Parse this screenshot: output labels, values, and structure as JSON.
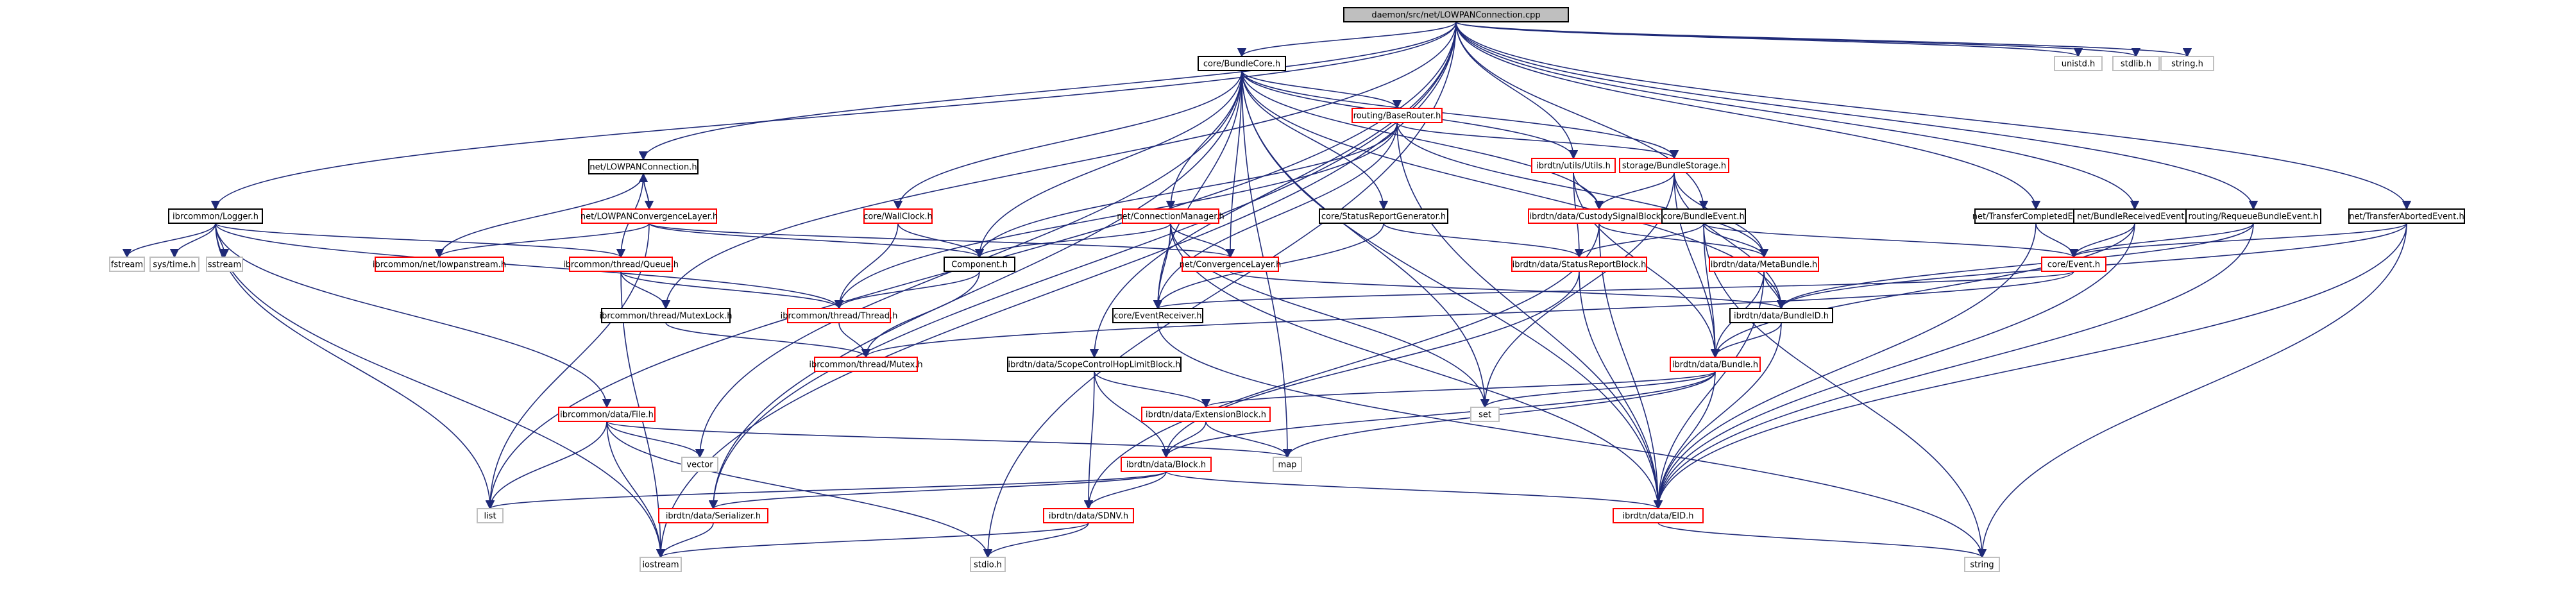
{
  "colors": {
    "root_fill": "#bfbfbf",
    "root_stroke": "#000000",
    "doc_stroke": "#000000",
    "ref_stroke": "#ff0000",
    "ext_stroke": "#bfbfbf",
    "edge": "#1f2a78"
  },
  "nodes": [
    {
      "id": "root",
      "label": "daemon/src/net/LOWPANConnection.cpp",
      "kind": "root"
    },
    {
      "id": "bundlecore",
      "label": "core/BundleCore.h",
      "kind": "doc"
    },
    {
      "id": "unistd",
      "label": "unistd.h",
      "kind": "ext"
    },
    {
      "id": "stdlib",
      "label": "stdlib.h",
      "kind": "ext"
    },
    {
      "id": "stringh",
      "label": "string.h",
      "kind": "ext"
    },
    {
      "id": "lowpanconn",
      "label": "net/LOWPANConnection.h",
      "kind": "doc"
    },
    {
      "id": "logger",
      "label": "ibrcommon/Logger.h",
      "kind": "doc"
    },
    {
      "id": "lowpanconvlayer",
      "label": "net/LOWPANConvergenceLayer.h",
      "kind": "ref"
    },
    {
      "id": "baserouter",
      "label": "routing/BaseRouter.h",
      "kind": "ref"
    },
    {
      "id": "utils",
      "label": "ibrdtn/utils/Utils.h",
      "kind": "ref"
    },
    {
      "id": "bundlestorage",
      "label": "storage/BundleStorage.h",
      "kind": "ref"
    },
    {
      "id": "wallclock",
      "label": "core/WallClock.h",
      "kind": "ref"
    },
    {
      "id": "connmanager",
      "label": "net/ConnectionManager.h",
      "kind": "ref"
    },
    {
      "id": "statusreportgen",
      "label": "core/StatusReportGenerator.h",
      "kind": "doc"
    },
    {
      "id": "custodysignal",
      "label": "ibrdtn/data/CustodySignalBlock.h",
      "kind": "ref"
    },
    {
      "id": "bundleevent",
      "label": "core/BundleEvent.h",
      "kind": "doc"
    },
    {
      "id": "transfercompleted",
      "label": "net/TransferCompletedEvent.h",
      "kind": "doc"
    },
    {
      "id": "bundlereceived",
      "label": "net/BundleReceivedEvent.h",
      "kind": "doc"
    },
    {
      "id": "requeue",
      "label": "routing/RequeueBundleEvent.h",
      "kind": "doc"
    },
    {
      "id": "transferaborted",
      "label": "net/TransferAbortedEvent.h",
      "kind": "doc"
    },
    {
      "id": "fstream",
      "label": "fstream",
      "kind": "ext"
    },
    {
      "id": "systime",
      "label": "sys/time.h",
      "kind": "ext"
    },
    {
      "id": "sstream",
      "label": "sstream",
      "kind": "ext"
    },
    {
      "id": "lowpanstream",
      "label": "ibrcommon/net/lowpanstream.h",
      "kind": "ref"
    },
    {
      "id": "queue",
      "label": "ibrcommon/thread/Queue.h",
      "kind": "ref"
    },
    {
      "id": "component",
      "label": "Component.h",
      "kind": "doc"
    },
    {
      "id": "convlayer",
      "label": "net/ConvergenceLayer.h",
      "kind": "ref"
    },
    {
      "id": "statusreportblock",
      "label": "ibrdtn/data/StatusReportBlock.h",
      "kind": "ref"
    },
    {
      "id": "metabundle",
      "label": "ibrdtn/data/MetaBundle.h",
      "kind": "ref"
    },
    {
      "id": "event",
      "label": "core/Event.h",
      "kind": "ref"
    },
    {
      "id": "mutexlock",
      "label": "ibrcommon/thread/MutexLock.h",
      "kind": "doc"
    },
    {
      "id": "thread",
      "label": "ibrcommon/thread/Thread.h",
      "kind": "ref"
    },
    {
      "id": "eventreceiver",
      "label": "core/EventReceiver.h",
      "kind": "doc"
    },
    {
      "id": "bundleid",
      "label": "ibrdtn/data/BundleID.h",
      "kind": "doc"
    },
    {
      "id": "mutex",
      "label": "ibrcommon/thread/Mutex.h",
      "kind": "ref"
    },
    {
      "id": "scopecontrol",
      "label": "ibrdtn/data/ScopeControlHopLimitBlock.h",
      "kind": "doc"
    },
    {
      "id": "bundle",
      "label": "ibrdtn/data/Bundle.h",
      "kind": "ref"
    },
    {
      "id": "file",
      "label": "ibrcommon/data/File.h",
      "kind": "ref"
    },
    {
      "id": "extensionblock",
      "label": "ibrdtn/data/ExtensionBlock.h",
      "kind": "ref"
    },
    {
      "id": "set",
      "label": "set",
      "kind": "ext"
    },
    {
      "id": "vector",
      "label": "vector",
      "kind": "ext"
    },
    {
      "id": "map",
      "label": "map",
      "kind": "ext"
    },
    {
      "id": "block",
      "label": "ibrdtn/data/Block.h",
      "kind": "ref"
    },
    {
      "id": "list",
      "label": "list",
      "kind": "ext"
    },
    {
      "id": "serializer",
      "label": "ibrdtn/data/Serializer.h",
      "kind": "ref"
    },
    {
      "id": "sdnv",
      "label": "ibrdtn/data/SDNV.h",
      "kind": "ref"
    },
    {
      "id": "eid",
      "label": "ibrdtn/data/EID.h",
      "kind": "ref"
    },
    {
      "id": "iostream",
      "label": "iostream",
      "kind": "ext"
    },
    {
      "id": "stdio",
      "label": "stdio.h",
      "kind": "ext"
    },
    {
      "id": "string",
      "label": "string",
      "kind": "ext"
    }
  ],
  "edges": [
    [
      "root",
      "bundlecore"
    ],
    [
      "root",
      "unistd"
    ],
    [
      "root",
      "stdlib"
    ],
    [
      "root",
      "stringh"
    ],
    [
      "root",
      "lowpanconn"
    ],
    [
      "root",
      "logger"
    ],
    [
      "root",
      "utils"
    ],
    [
      "root",
      "bundleevent"
    ],
    [
      "root",
      "transfercompleted"
    ],
    [
      "root",
      "bundlereceived"
    ],
    [
      "root",
      "requeue"
    ],
    [
      "root",
      "transferaborted"
    ],
    [
      "root",
      "mutexlock"
    ],
    [
      "root",
      "scopecontrol"
    ],
    [
      "root",
      "serializer"
    ],
    [
      "root",
      "iostream"
    ],
    [
      "root",
      "list"
    ],
    [
      "root",
      "stdio"
    ],
    [
      "bundlecore",
      "baserouter"
    ],
    [
      "bundlecore",
      "utils"
    ],
    [
      "bundlecore",
      "bundlestorage"
    ],
    [
      "bundlecore",
      "wallclock"
    ],
    [
      "bundlecore",
      "connmanager"
    ],
    [
      "bundlecore",
      "statusreportgen"
    ],
    [
      "bundlecore",
      "custodysignal"
    ],
    [
      "bundlecore",
      "component"
    ],
    [
      "bundlecore",
      "convlayer"
    ],
    [
      "bundlecore",
      "eventreceiver"
    ],
    [
      "bundlecore",
      "bundleid"
    ],
    [
      "bundlecore",
      "set"
    ],
    [
      "bundlecore",
      "vector"
    ],
    [
      "bundlecore",
      "map"
    ],
    [
      "bundlecore",
      "serializer"
    ],
    [
      "bundlecore",
      "eid"
    ],
    [
      "lowpanconn",
      "lowpanconvlayer"
    ],
    [
      "lowpanconn",
      "lowpanstream"
    ],
    [
      "lowpanconn",
      "queue"
    ],
    [
      "lowpanconvlayer",
      "lowpanconn"
    ],
    [
      "lowpanconvlayer",
      "lowpanstream"
    ],
    [
      "lowpanconvlayer",
      "component"
    ],
    [
      "lowpanconvlayer",
      "convlayer"
    ],
    [
      "lowpanconvlayer",
      "list"
    ],
    [
      "logger",
      "fstream"
    ],
    [
      "logger",
      "systime"
    ],
    [
      "logger",
      "sstream"
    ],
    [
      "logger",
      "queue"
    ],
    [
      "logger",
      "thread"
    ],
    [
      "logger",
      "file"
    ],
    [
      "logger",
      "list"
    ],
    [
      "logger",
      "iostream"
    ],
    [
      "baserouter",
      "component"
    ],
    [
      "baserouter",
      "bundlestorage"
    ],
    [
      "baserouter",
      "eventreceiver"
    ],
    [
      "baserouter",
      "thread"
    ],
    [
      "baserouter",
      "metabundle"
    ],
    [
      "baserouter",
      "eid"
    ],
    [
      "utils",
      "custodysignal"
    ],
    [
      "utils",
      "bundle"
    ],
    [
      "utils",
      "statusreportblock"
    ],
    [
      "bundlestorage",
      "custodysignal"
    ],
    [
      "bundlestorage",
      "metabundle"
    ],
    [
      "bundlestorage",
      "bundleid"
    ],
    [
      "bundlestorage",
      "bundle"
    ],
    [
      "bundlestorage",
      "set"
    ],
    [
      "wallclock",
      "component"
    ],
    [
      "wallclock",
      "thread"
    ],
    [
      "connmanager",
      "component"
    ],
    [
      "connmanager",
      "convlayer"
    ],
    [
      "connmanager",
      "eventreceiver"
    ],
    [
      "connmanager",
      "set"
    ],
    [
      "connmanager",
      "eid"
    ],
    [
      "statusreportgen",
      "statusreportblock"
    ],
    [
      "statusreportgen",
      "eventreceiver"
    ],
    [
      "custodysignal",
      "metabundle"
    ],
    [
      "custodysignal",
      "sdnv"
    ],
    [
      "custodysignal",
      "eid"
    ],
    [
      "bundleevent",
      "event"
    ],
    [
      "bundleevent",
      "metabundle"
    ],
    [
      "bundleevent",
      "statusreportblock"
    ],
    [
      "bundleevent",
      "bundle"
    ],
    [
      "bundleevent",
      "string"
    ],
    [
      "transfercompleted",
      "event"
    ],
    [
      "transfercompleted",
      "eid"
    ],
    [
      "bundlereceived",
      "event"
    ],
    [
      "bundlereceived",
      "bundle"
    ],
    [
      "bundlereceived",
      "eid"
    ],
    [
      "requeue",
      "event"
    ],
    [
      "requeue",
      "bundleid"
    ],
    [
      "requeue",
      "eid"
    ],
    [
      "transferaborted",
      "event"
    ],
    [
      "transferaborted",
      "bundleid"
    ],
    [
      "transferaborted",
      "eid"
    ],
    [
      "transferaborted",
      "string"
    ],
    [
      "queue",
      "mutexlock"
    ],
    [
      "queue",
      "thread"
    ],
    [
      "queue",
      "iostream"
    ],
    [
      "component",
      "thread"
    ],
    [
      "component",
      "mutex"
    ],
    [
      "convlayer",
      "bundleid"
    ],
    [
      "statusreportblock",
      "block"
    ],
    [
      "statusreportblock",
      "eid"
    ],
    [
      "metabundle",
      "bundleid"
    ],
    [
      "metabundle",
      "bundle"
    ],
    [
      "metabundle",
      "eid"
    ],
    [
      "event",
      "eventreceiver"
    ],
    [
      "event",
      "mutex"
    ],
    [
      "mutexlock",
      "mutex"
    ],
    [
      "thread",
      "mutex"
    ],
    [
      "eventreceiver",
      "string"
    ],
    [
      "bundleid",
      "bundle"
    ],
    [
      "bundleid",
      "eid"
    ],
    [
      "scopecontrol",
      "extensionblock"
    ],
    [
      "scopecontrol",
      "block"
    ],
    [
      "scopecontrol",
      "sdnv"
    ],
    [
      "bundle",
      "extensionblock"
    ],
    [
      "bundle",
      "block"
    ],
    [
      "bundle",
      "set"
    ],
    [
      "bundle",
      "map"
    ],
    [
      "bundle",
      "eid"
    ],
    [
      "file",
      "list"
    ],
    [
      "file",
      "iostream"
    ],
    [
      "file",
      "vector"
    ],
    [
      "file",
      "map"
    ],
    [
      "file",
      "stdio"
    ],
    [
      "extensionblock",
      "block"
    ],
    [
      "extensionblock",
      "map"
    ],
    [
      "block",
      "list"
    ],
    [
      "block",
      "serializer"
    ],
    [
      "block",
      "sdnv"
    ],
    [
      "block",
      "eid"
    ],
    [
      "serializer",
      "iostream"
    ],
    [
      "sdnv",
      "iostream"
    ],
    [
      "sdnv",
      "stdio"
    ],
    [
      "eid",
      "string"
    ]
  ]
}
